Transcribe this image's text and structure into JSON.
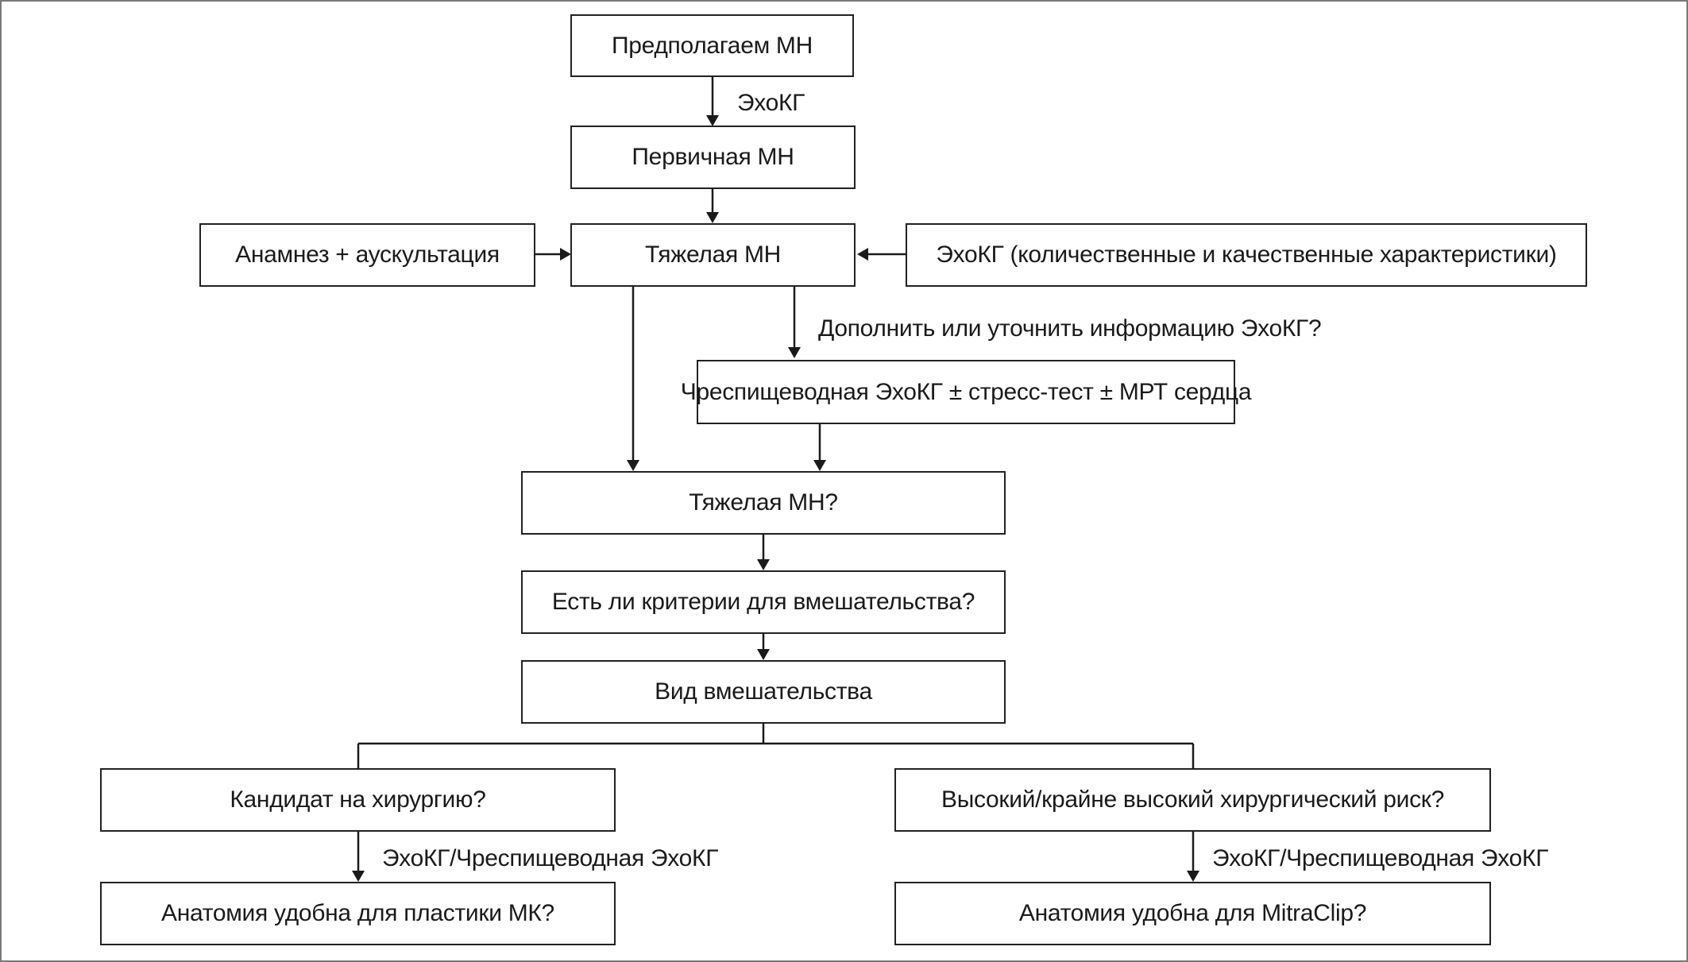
{
  "diagram": {
    "nodes": {
      "suspected_mr": "Предполагаем МН",
      "primary_mr": "Первичная МН",
      "history": "Анамнез + аускультация",
      "severe_mr": "Тяжелая МН",
      "echo_quant": "ЭхоКГ (количественные и качественные характеристики)",
      "tee_stress": "Чреспищеводная ЭхоКГ ± стресс-тест ± МРТ сердца",
      "severe_mr_q": "Тяжелая МН?",
      "criteria_q": "Есть ли критерии для вмешательства?",
      "intervention_type": "Вид вмешательства",
      "surgery_candidate": "Кандидат на хирургию?",
      "high_risk": "Высокий/крайне высокий хирургический риск?",
      "anatomy_repair": "Анатомия удобна для пластики МК?",
      "anatomy_mitraclip": "Анатомия удобна для MitraClip?"
    },
    "edge_labels": {
      "echo": "ЭхоКГ",
      "supplement_q": "Дополнить или уточнить информацию ЭхоКГ?",
      "echo_tee_left": "ЭхоКГ/Чреспищеводная ЭхоКГ",
      "echo_tee_right": "ЭхоКГ/Чреспищеводная ЭхоКГ"
    }
  }
}
